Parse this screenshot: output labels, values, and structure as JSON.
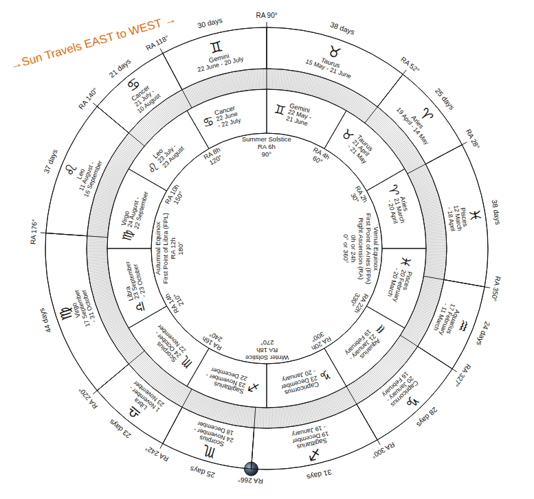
{
  "diagram": {
    "nodes": [
      {
        "text": [
          "♈",
          "Aries",
          "21 March - 20 April"
        ]
      },
      {
        "text": [
          "♉",
          "Taurus",
          "21 April - 21 May"
        ]
      },
      {
        "text": [
          "♊",
          "Gemini",
          "22 May - 21 June"
        ]
      },
      {
        "text": [
          "♋",
          "Cancer",
          "22 June - 22 July"
        ]
      },
      {
        "text": [
          "♌",
          "Leo",
          "23 July - 23 August"
        ]
      },
      {
        "text": [
          "♍",
          "Virgo",
          "24 August - 22 September"
        ]
      },
      {
        "text": [
          "♎",
          "Libra",
          "23 September - 23 October"
        ]
      },
      {
        "text": [
          "♏",
          "Scorpius",
          "24 October - 22 November"
        ]
      },
      {
        "text": [
          "♐",
          "Sagittarius",
          "23 November - 22 December"
        ]
      },
      {
        "text": [
          "♑",
          "Capricornus",
          "23 December - 20 January"
        ]
      },
      {
        "text": [
          "♒",
          "Aquarius",
          "21 January - 19 February"
        ]
      },
      {
        "text": [
          "♓",
          "Pisces",
          "20 February - 20 March"
        ]
      },
      {
        "text": [
          "♈",
          "Aries",
          "19 April - 14 May"
        ]
      },
      {
        "text": [
          "♉",
          "Taurus",
          "15 May - 21 June"
        ]
      },
      {
        "text": [
          "♊",
          "Gemini",
          "22 June - 20 July"
        ]
      },
      {
        "text": [
          "♋",
          "Cancer",
          "21 July - 10 August"
        ]
      },
      {
        "text": [
          "♌",
          "Leo",
          "11 August - 16 September"
        ]
      },
      {
        "text": [
          "♍",
          "Virgo",
          "17 September - 31 October"
        ]
      },
      {
        "text": [
          "♎",
          "Libra",
          "1 November - 23 November"
        ]
      },
      {
        "text": [
          "♏",
          "Scorpius",
          "24 November - 18 December"
        ]
      },
      {
        "text": [
          "♐",
          "Sagittarius",
          "19 December - 19 January"
        ]
      },
      {
        "text": [
          "♑",
          "Capricornus",
          "20 January - 16 February"
        ]
      },
      {
        "text": [
          "♒",
          "Aquarius",
          "17 February - 11 March"
        ]
      },
      {
        "text": [
          "♓",
          "Pisces",
          "12 March - 18 April"
        ]
      }
    ],
    "labels": [
      "→Sun Travels EAST to WEST →",
      "RA 28°",
      "RA 52°",
      "RA 90°",
      "RA 118°",
      "RA 140°",
      "RA 176°",
      "RA 220°",
      "RA 242°",
      "RA 266°",
      "RA 300°",
      "RA 327°",
      "RA 350°",
      "25 days",
      "38 days",
      "30 days",
      "21 days",
      "37 days",
      "44 days",
      "23 days",
      "25 days",
      "31 days",
      "28 days",
      "24 days",
      "38 days",
      "RA 2h 30°",
      "RA 4h 60°",
      "RA 8h 120°",
      "RA 10h 150°",
      "RA 14h 210°",
      "RA 16h 240°",
      "RA 20h 300°",
      "RA 22h 330°",
      "Summer Solstice",
      "RA 6h 90°",
      "Autumnal Equinox",
      "First Point of Libra (FPL)",
      "RA 12h 180°",
      "Winter Solstice",
      "RA 18h 270°",
      "Vernal Equinox",
      "First Point of Aries (FPA)",
      "Right Ascension (RA)",
      "0h or 24h",
      "0° or 360°"
    ]
  }
}
